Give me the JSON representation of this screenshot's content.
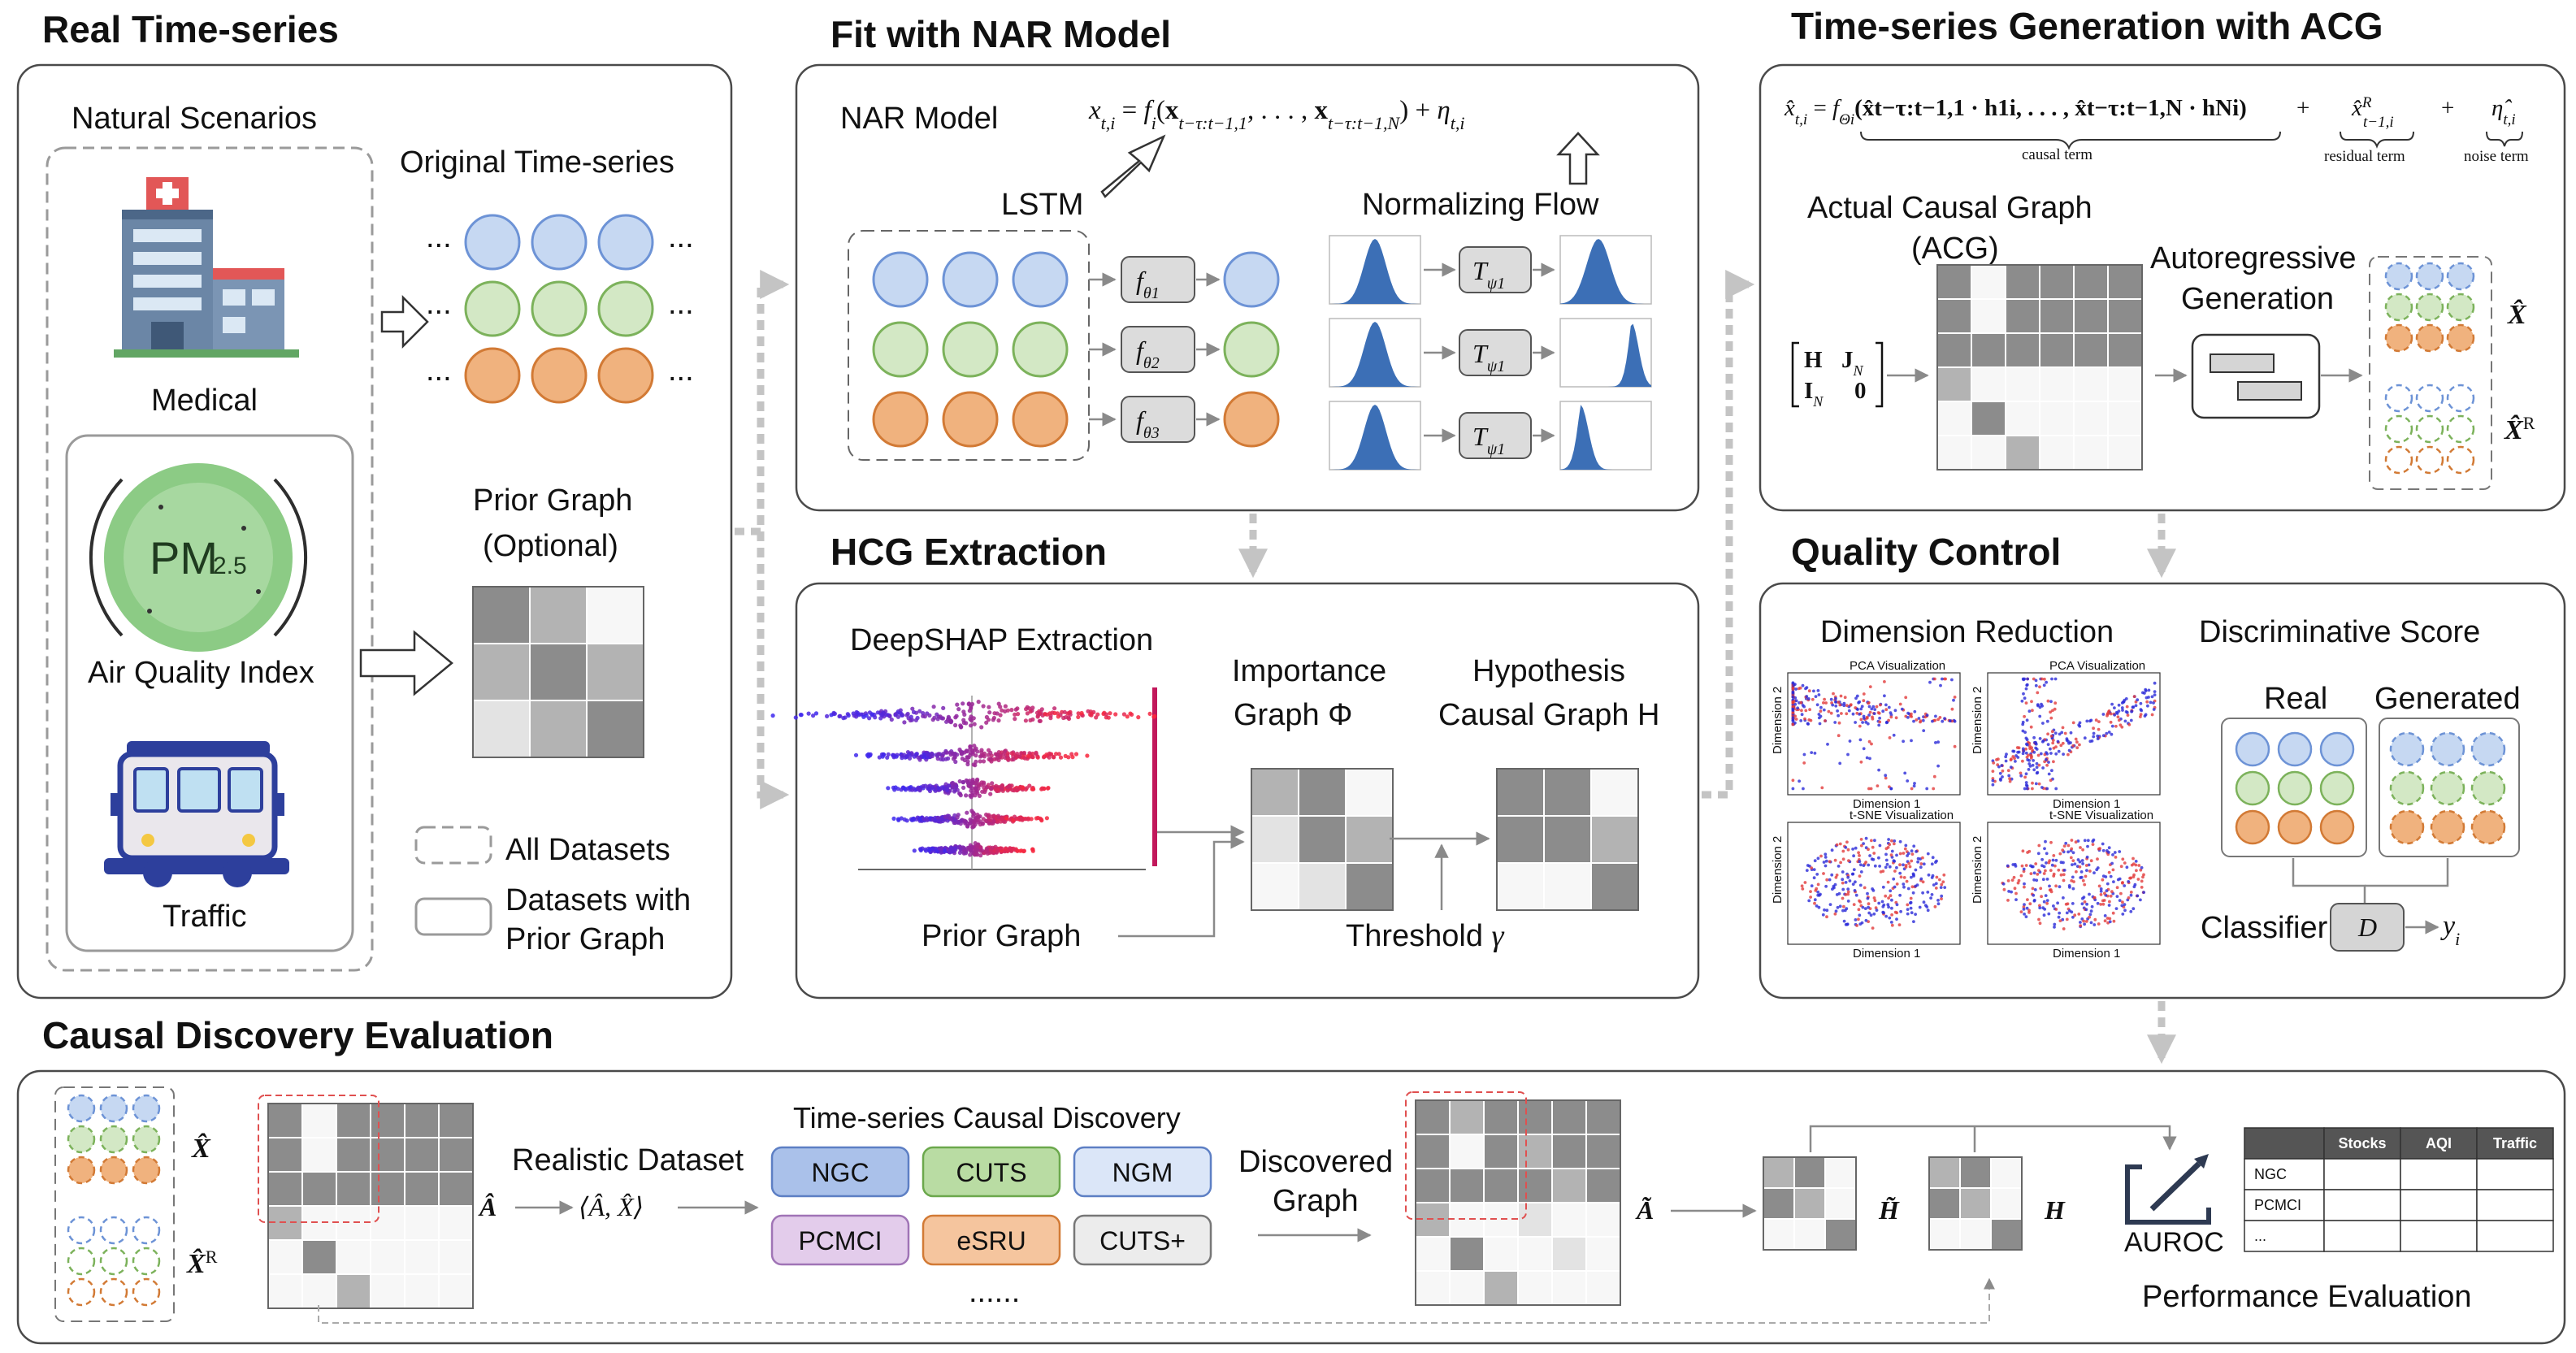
{
  "sections": {
    "real": "Real Time-series",
    "fit": "Fit with NAR Model",
    "gen": "Time-series Generation with ACG",
    "hcg": "HCG Extraction",
    "qc": "Quality Control",
    "cde": "Causal Discovery Evaluation"
  },
  "real_panel": {
    "natural_scenarios": "Natural Scenarios",
    "medical": "Medical",
    "air_quality": "Air Quality Index",
    "pm_main": "PM",
    "pm_sub": "2.5",
    "traffic": "Traffic",
    "original_ts": "Original Time-series",
    "ellipsis": "...",
    "prior_graph_1": "Prior Graph",
    "prior_graph_2": "(Optional)",
    "legend_all": "All Datasets",
    "legend_prior_1": "Datasets with",
    "legend_prior_2": "Prior Graph"
  },
  "nar_panel": {
    "nar_model": "NAR Model",
    "lstm": "LSTM",
    "normalizing_flow": "Normalizing Flow",
    "eq_lhs": "x",
    "eq_lhs_sub": "t,i",
    "eq_eq": " = ",
    "eq_f": "f",
    "eq_f_sub": "i",
    "eq_args_open": "(",
    "eq_x1": "x",
    "eq_x1_sub": "t−τ:t−1,1",
    "eq_dots": ", . . . , ",
    "eq_xn": "x",
    "eq_xn_sub": "t−τ:t−1,N",
    "eq_args_close": ")",
    "eq_plus": " + ",
    "eq_eta": "η",
    "eq_eta_sub": "t,i",
    "f_labels": [
      "f",
      "f",
      "f"
    ],
    "f_subs": [
      "θ1",
      "θ2",
      "θ3"
    ],
    "t_labels": [
      "T",
      "T",
      "T"
    ],
    "t_subs": [
      "ψ1",
      "ψ1",
      "ψ1"
    ]
  },
  "gen_panel": {
    "eq_lhs": "x̂",
    "eq_lhs_sub": "t,i",
    "eq_eq": " = ",
    "eq_f": "f",
    "eq_f_sub": "Θi",
    "eq_body": "(x̂t−τ:t−1,1 · h1i, . . . , x̂t−τ:t−1,N · hNi)",
    "eq_plus1": "+",
    "eq_res": "x̂",
    "eq_res_sup": "R",
    "eq_res_sub": "t−1,i",
    "eq_plus2": "+",
    "eq_eta": "η̂",
    "eq_eta_sub": "t,i",
    "causal_term": "causal term",
    "residual_term": "residual term",
    "noise_term": "noise term",
    "acg_1": "Actual Causal Graph",
    "acg_2": "(ACG)",
    "mat_H": "H",
    "mat_J": "J",
    "mat_J_sub": "N",
    "mat_I": "I",
    "mat_I_sub": "N",
    "mat_0": "0",
    "autoreg_1": "Autoregressive",
    "autoreg_2": "Generation",
    "xhat": "X̂",
    "xhatR": "X̂",
    "xhatR_sup": "R"
  },
  "hcg_panel": {
    "deepshap": "DeepSHAP Extraction",
    "importance_1": "Importance",
    "importance_2": "Graph Φ",
    "hypo_1": "Hypothesis",
    "hypo_2": "Causal Graph H",
    "prior_graph": "Prior Graph",
    "threshold": "Threshold",
    "gamma": "γ"
  },
  "qc_panel": {
    "dim_red": "Dimension Reduction",
    "disc_score": "Discriminative Score",
    "real": "Real",
    "generated": "Generated",
    "classifier": "Classifier",
    "D": "D",
    "y": "y",
    "y_sub": "i",
    "pca_title": "PCA Visualization",
    "tsne_title": "t-SNE Visualization",
    "dim1": "Dimension 1",
    "dim2": "Dimension 2"
  },
  "cde_panel": {
    "xhat": "X̂",
    "xhatR": "X̂",
    "xhatR_sup": "R",
    "a_hat": "Â",
    "realistic": "Realistic Dataset",
    "tuple": "⟨Â, X̂⟩",
    "tscd": "Time-series Causal Discovery",
    "methods": [
      "NGC",
      "CUTS",
      "NGM",
      "PCMCI",
      "eSRU",
      "CUTS+"
    ],
    "method_dots": "......",
    "discovered_1": "Discovered",
    "discovered_2": "Graph",
    "a_tilde": "Ã",
    "h_tilde": "H̃",
    "H": "H",
    "auroc": "AUROC",
    "perf_eval": "Performance Evaluation",
    "table_header": [
      "",
      "Stocks",
      "AQI",
      "Traffic"
    ],
    "table_rows": [
      "NGC",
      "PCMCI",
      "..."
    ]
  },
  "colors": {
    "blue_fill": "#c6d8f2",
    "blue_stroke": "#6d93d6",
    "green_fill": "#d3e8c5",
    "green_stroke": "#7cb25b",
    "orange_fill": "#f0b27e",
    "orange_stroke": "#d27a35",
    "dark_cell": "#8c8c8c",
    "mid_cell": "#b3b3b3",
    "light_cell": "#e3e3e3",
    "white_cell": "#f7f7f7",
    "flow_blue": "#3c6fb6"
  }
}
